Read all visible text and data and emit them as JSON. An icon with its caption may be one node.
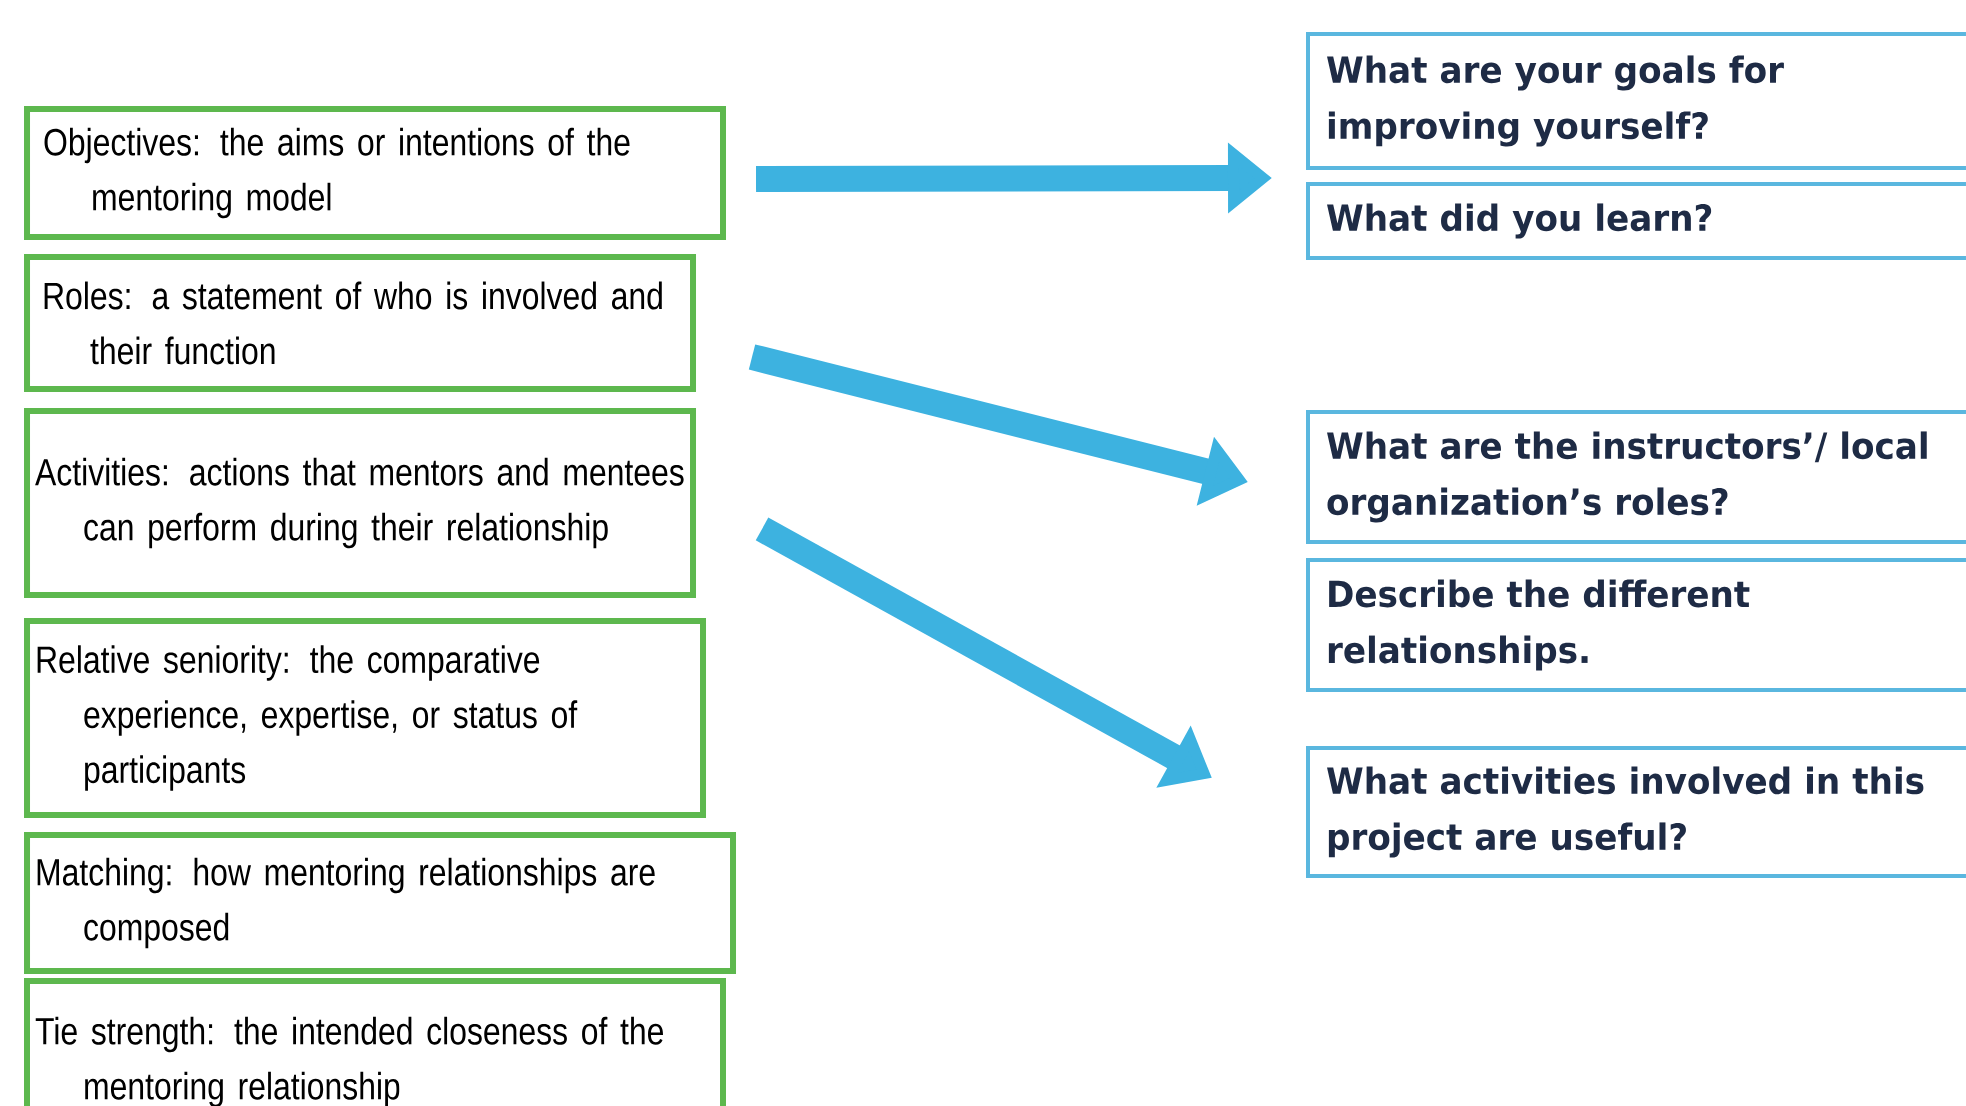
{
  "diagram": {
    "nodes": [
      {
        "text": [
          "Objectives: the aims or intentions of the mentoring model"
        ]
      },
      {
        "text": [
          "Roles: a statement of who is involved and their function"
        ]
      },
      {
        "text": [
          "Activities: actions that mentors and mentees can perform during their relationship"
        ]
      },
      {
        "text": [
          "Relative seniority: the comparative experience, expertise, or status of participants"
        ]
      },
      {
        "text": [
          "Matching: how mentoring relationships are composed"
        ]
      },
      {
        "text": [
          "Tie strength: the intended closeness of the mentoring relationship"
        ]
      },
      {
        "text": [
          "What are your goals for improving yourself?"
        ]
      },
      {
        "text": [
          "What did you learn?"
        ]
      },
      {
        "text": [
          "What are the instructors’/ local organization’s roles?"
        ]
      },
      {
        "text": [
          "Describe the different relationships."
        ]
      },
      {
        "text": [
          "What activities involved in this project are useful?"
        ]
      }
    ],
    "edges": [
      {
        "from": 0,
        "to": 6,
        "arrow": "to"
      },
      {
        "from": 1,
        "to": 8,
        "arrow": "to"
      },
      {
        "from": 2,
        "to": 10,
        "arrow": "to"
      }
    ]
  }
}
